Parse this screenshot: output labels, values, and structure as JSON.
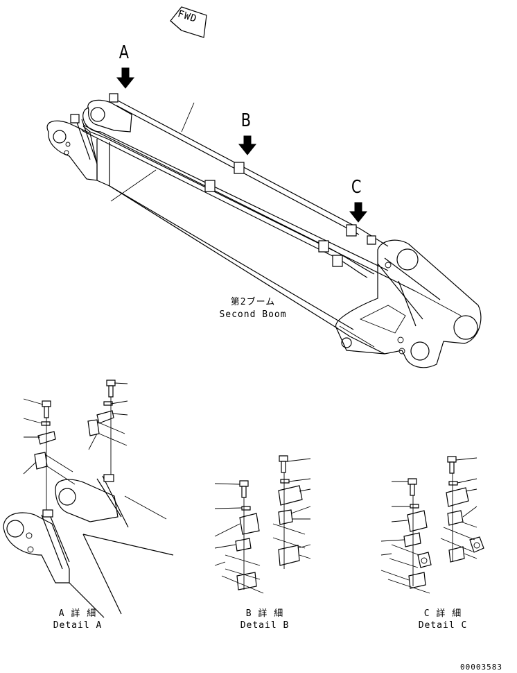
{
  "fwd_marker": "FWD",
  "view_markers": {
    "a": "A",
    "b": "B",
    "c": "C"
  },
  "boom_label": {
    "jp": "第2ブーム",
    "en": "Second Boom"
  },
  "details": {
    "a": {
      "jp": "A 詳 細",
      "en": "Detail A"
    },
    "b": {
      "jp": "B 詳 細",
      "en": "Detail B"
    },
    "c": {
      "jp": "C 詳 細",
      "en": "Detail C"
    }
  },
  "drawing_number": "00003583"
}
